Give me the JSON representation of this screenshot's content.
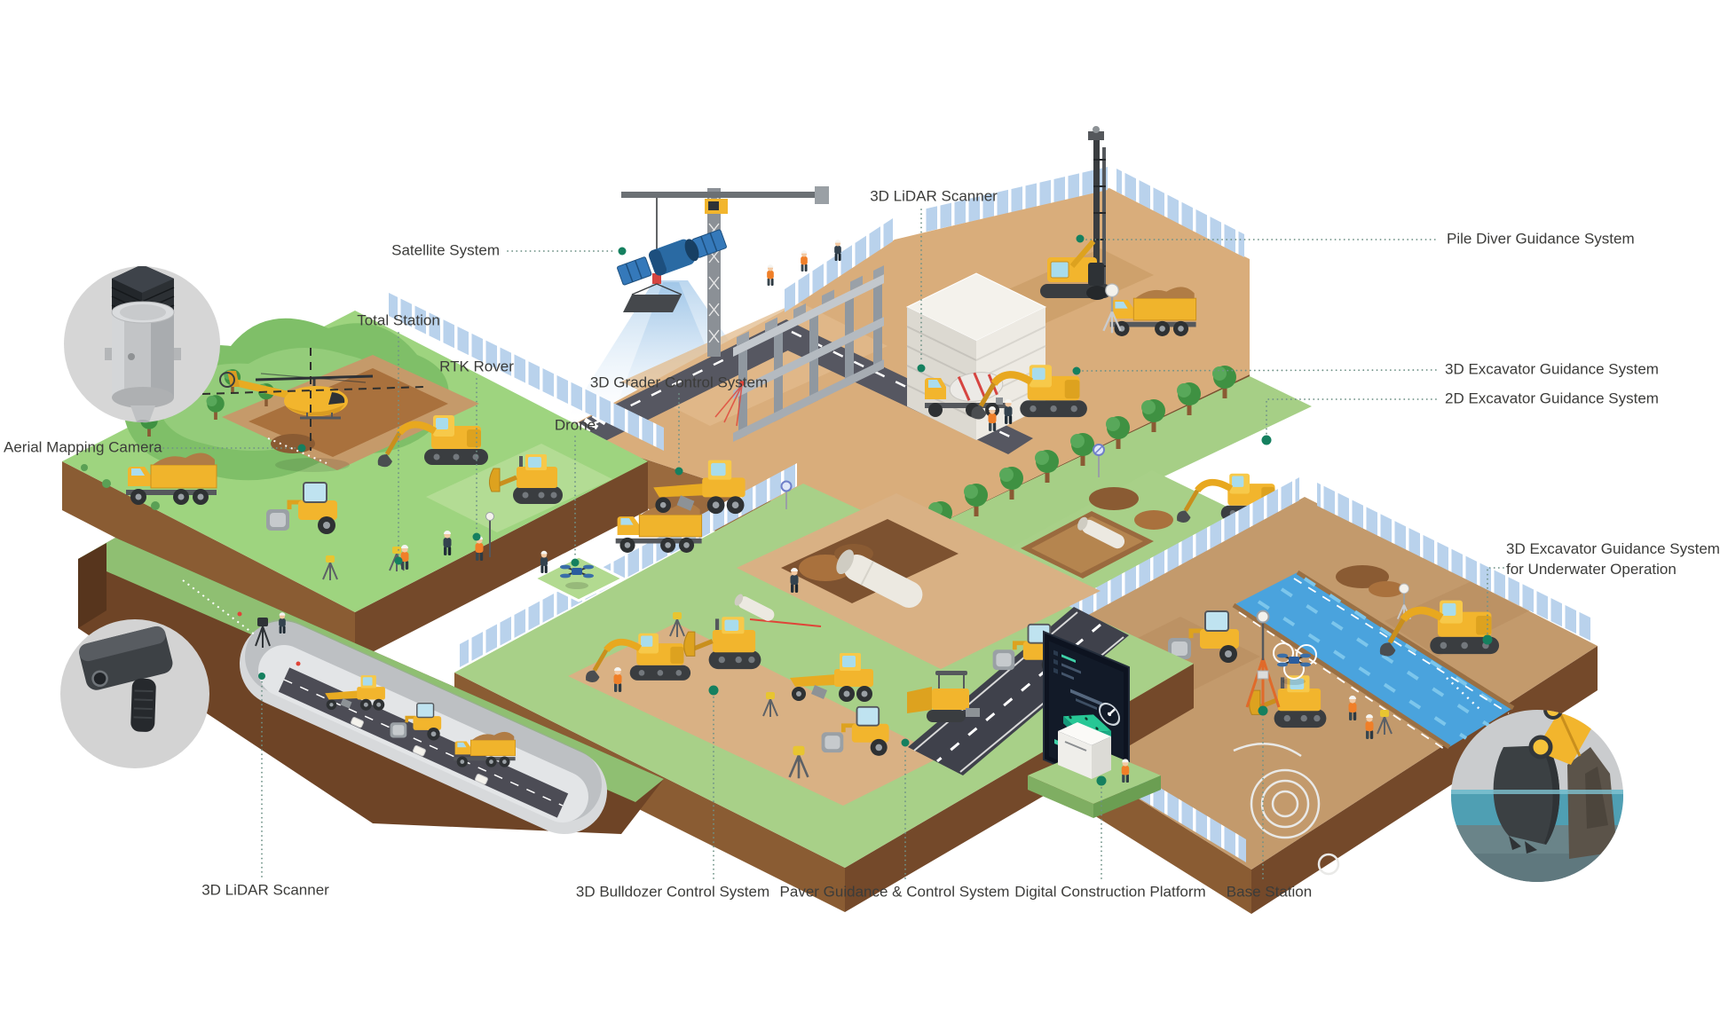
{
  "diagram": {
    "labels": {
      "satellite_system": "Satellite System",
      "total_station": "Total Station",
      "rtk_rover": "RTK Rover",
      "grader_control": "3D Grader Control System",
      "drone": "Drone",
      "aerial_mapping_camera": "Aerial Mapping Camera",
      "lidar_scanner_top": "3D LiDAR Scanner",
      "pile_diver": "Pile Diver Guidance System",
      "excavator_3d": "3D Excavator Guidance System",
      "excavator_2d": "2D Excavator Guidance System",
      "underwater_line1": "3D Excavator Guidance System",
      "underwater_line2": "for Underwater Operation",
      "lidar_scanner_bottom": "3D LiDAR Scanner",
      "bulldozer_control": "3D Bulldozer Control System",
      "paver_guidance": "Paver Guidance & Control System",
      "digital_platform": "Digital Construction Platform",
      "base_station": "Base Station"
    },
    "icons": {
      "inset_top_left": "aerial-mapping-camera-closeup",
      "inset_mid_left": "handheld-lidar-scanner-closeup",
      "inset_bottom_right": "underwater-excavator-bucket-closeup",
      "satellite": "satellite",
      "helicopter": "helicopter",
      "drone": "quadcopter-drone"
    },
    "colors": {
      "accent_dot": "#15805f",
      "leader_line": "#6f9287",
      "label_text": "#3c3c3a",
      "grass": "#a8d088",
      "sand": "#d9ad7b",
      "water": "#4aa3dd",
      "machine_yellow": "#f2b52d",
      "fence_blue": "#b9d2ec"
    }
  }
}
